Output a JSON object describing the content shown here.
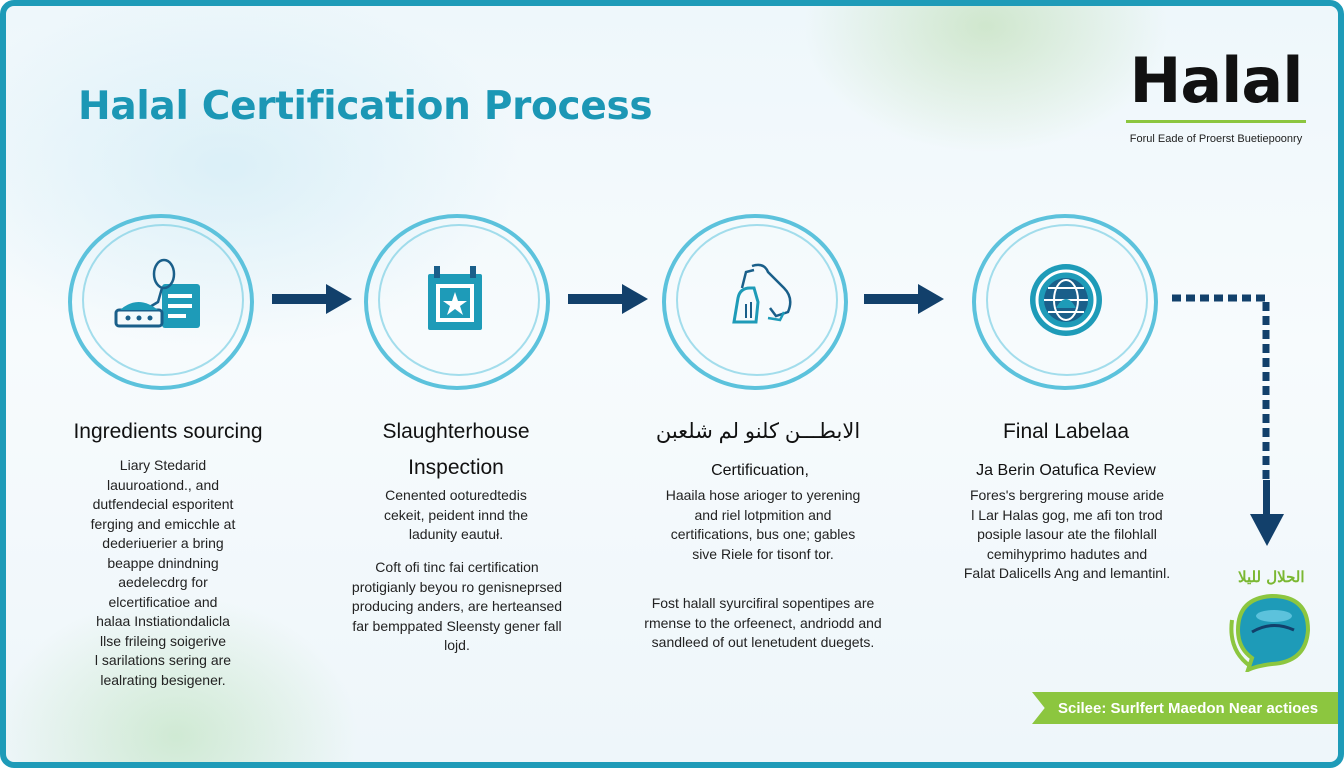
{
  "title": "Halal Certification Process",
  "brand": {
    "word": "Halal",
    "tagline": "Forul Eade of Proerst Buetiepoonry"
  },
  "steps": [
    {
      "title": "Ingredients sourcing",
      "lines": [
        "Liary Stedarid",
        "lauuroationd., and",
        "dutfendecial esporitent",
        "ferging and emicchle at",
        "dederiuerier a bring",
        "beappe dnindning",
        "aedelecdrg for",
        "elcertificatioe and",
        "halaa Instiationdalicla",
        "llse frileing soigerive",
        "l sarilations sering are",
        "lealrating besigener."
      ]
    },
    {
      "title": "Slaughterhouse",
      "subtitle": "Inspection",
      "lines": [
        "Cenented ooturedtedis",
        "cekeit, peident innd the",
        "ladunity eautuł."
      ],
      "lines2": [
        "Coft ofi tinc fai certification",
        "protigianly beyou ro genisneprsed",
        "producing anders, are herteansed",
        "far bemppated Sleensty gener fall",
        "lojd."
      ]
    },
    {
      "title": "الابطـــن كلنو لم شلعبن",
      "subtitle": "Certificuation,",
      "lines": [
        "Haaila hose arioger to yerening",
        "and riel lotpmition and",
        "certifications, bus one; gables",
        "sive Riele for tisonf tor."
      ],
      "lines2": [
        "Fost halall syurcifiral sopentipes are",
        "rmense to the orfeenect, andriodd and",
        "sandleed of out lenetudent duegets."
      ]
    },
    {
      "title": "Final Labelaa",
      "subtitle": "Ja Berin Oatufica Review",
      "lines": [
        "Fores's bergrering mouse aride",
        "l Lar Halas gog, me afi ton trod",
        "posiple lasour ate the filohlall",
        "cemihyprimo hadutes and",
        "Falat Dalicells Ang and lemantinl."
      ]
    }
  ],
  "badge": {
    "label": "الحلال لليلا"
  },
  "banner": "Scilee: Surlfert Maedon Near actioes",
  "colors": {
    "accent": "#1c97b5",
    "ring": "#5cc2dc",
    "arrow": "#12406b",
    "brand_green": "#8cc63f"
  }
}
